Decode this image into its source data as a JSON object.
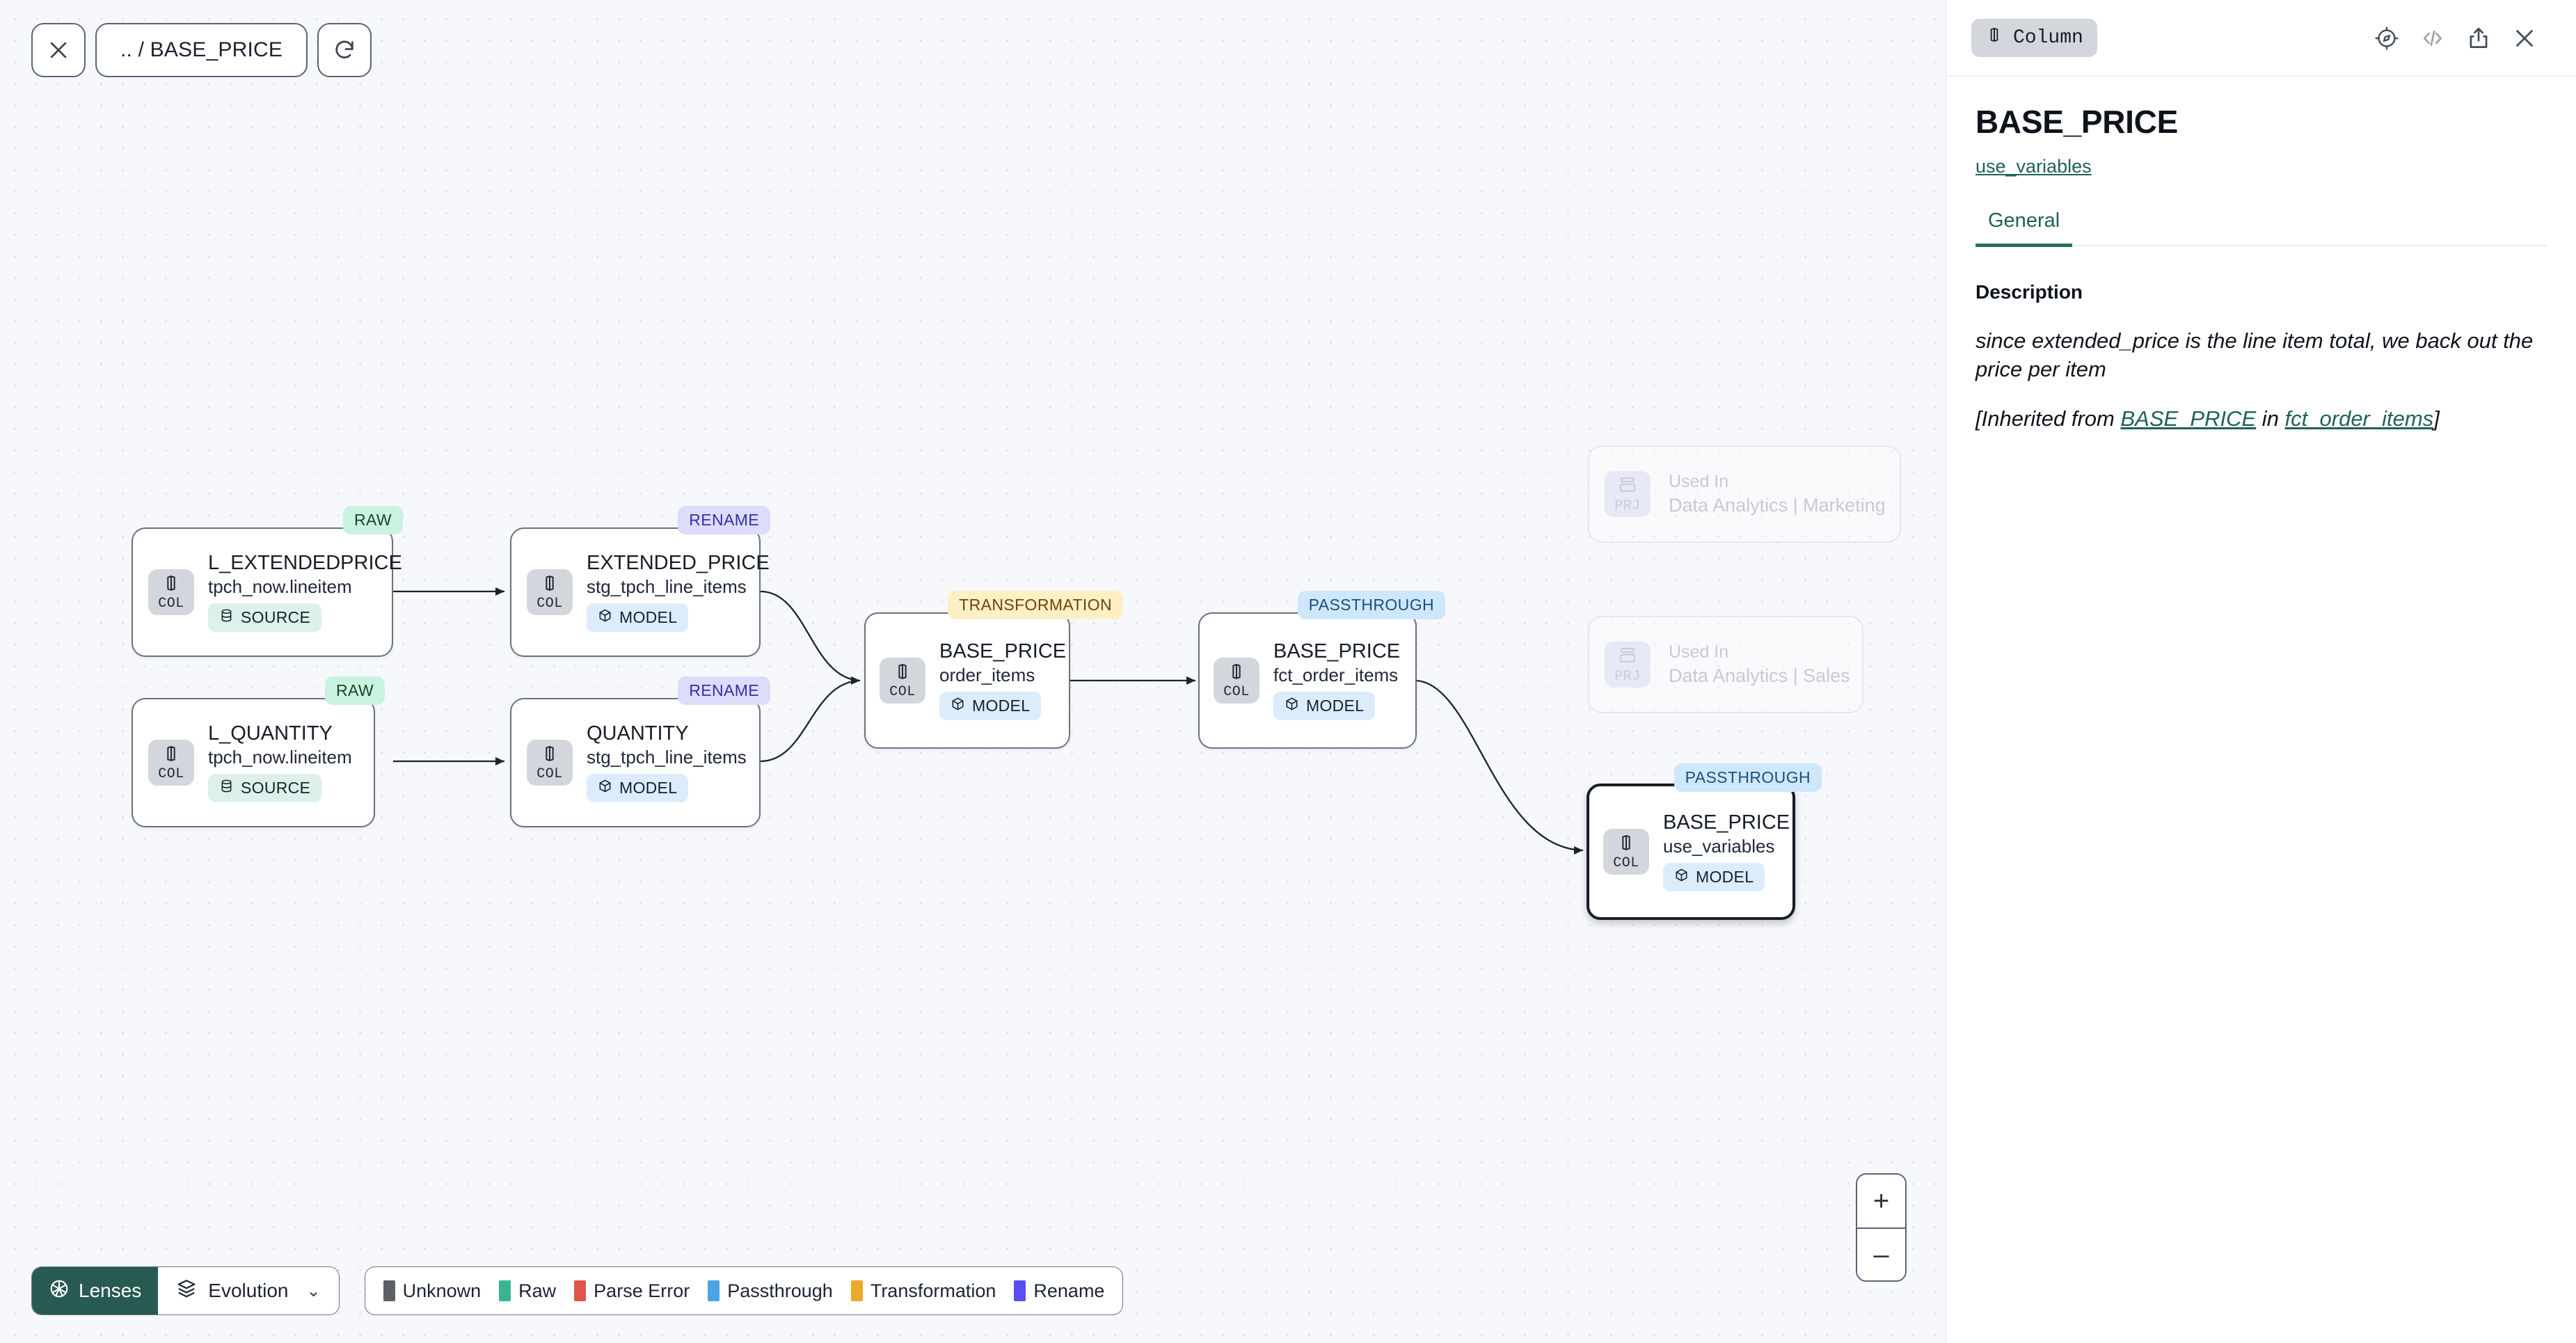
{
  "toolbar": {
    "close_icon": "close-icon",
    "breadcrumb": ".. / BASE_PRICE",
    "refresh_icon": "refresh-icon"
  },
  "graph": {
    "nodes": [
      {
        "id": "l_extendedprice",
        "tag": "RAW",
        "title": "L_EXTENDEDPRICE",
        "sub": "tpch_now.lineitem",
        "badge": "COL",
        "pill": "SOURCE",
        "pill_icon": "database-icon"
      },
      {
        "id": "l_quantity",
        "tag": "RAW",
        "title": "L_QUANTITY",
        "sub": "tpch_now.lineitem",
        "badge": "COL",
        "pill": "SOURCE",
        "pill_icon": "database-icon"
      },
      {
        "id": "extended_price",
        "tag": "RENAME",
        "title": "EXTENDED_PRICE",
        "sub": "stg_tpch_line_items",
        "badge": "COL",
        "pill": "MODEL",
        "pill_icon": "cube-icon"
      },
      {
        "id": "quantity",
        "tag": "RENAME",
        "title": "QUANTITY",
        "sub": "stg_tpch_line_items",
        "badge": "COL",
        "pill": "MODEL",
        "pill_icon": "cube-icon"
      },
      {
        "id": "base_price_oi",
        "tag": "TRANSFORMATION",
        "title": "BASE_PRICE",
        "sub": "order_items",
        "badge": "COL",
        "pill": "MODEL",
        "pill_icon": "cube-icon"
      },
      {
        "id": "base_price_fct",
        "tag": "PASSTHROUGH",
        "title": "BASE_PRICE",
        "sub": "fct_order_items",
        "badge": "COL",
        "pill": "MODEL",
        "pill_icon": "cube-icon"
      },
      {
        "id": "base_price_uv",
        "tag": "PASSTHROUGH",
        "title": "BASE_PRICE",
        "sub": "use_variables",
        "badge": "COL",
        "pill": "MODEL",
        "pill_icon": "cube-icon"
      }
    ],
    "ghost_nodes": [
      {
        "id": "used_in_marketing",
        "badge": "PRJ",
        "line1": "Used In",
        "line2": "Data Analytics | Marketing"
      },
      {
        "id": "used_in_sales",
        "badge": "PRJ",
        "line1": "Used In",
        "line2": "Data Analytics | Sales"
      }
    ]
  },
  "bottom": {
    "lenses_label": "Lenses",
    "evolution_label": "Evolution",
    "chevron": "⌄",
    "legend": [
      {
        "label": "Unknown",
        "color": "#5d6066"
      },
      {
        "label": "Raw",
        "color": "#3bb392"
      },
      {
        "label": "Parse Error",
        "color": "#e0554a"
      },
      {
        "label": "Passthrough",
        "color": "#4ba3e3"
      },
      {
        "label": "Transformation",
        "color": "#ecaa2c"
      },
      {
        "label": "Rename",
        "color": "#5b4df0"
      }
    ]
  },
  "zoom_controls": {
    "zoom_in": "+",
    "zoom_out": "–"
  },
  "panel": {
    "kind_chip": "Column",
    "icons": [
      "compass-icon",
      "code-icon",
      "share-icon",
      "close-icon"
    ],
    "title": "BASE_PRICE",
    "subtitle_link": "use_variables",
    "tabs": [
      {
        "label": "General",
        "active": true
      }
    ],
    "description_label": "Description",
    "description_text": "since extended_price is the line item total, we back out the price per item",
    "inherited_prefix": "[Inherited from ",
    "inherited_source": "BASE_PRICE",
    "inherited_mid": " in ",
    "inherited_model": "fct_order_items",
    "inherited_suffix": "]"
  },
  "colors": {
    "accent": "#275a52",
    "link": "#1f6158",
    "canvas_bg": "#f7f8fb"
  }
}
